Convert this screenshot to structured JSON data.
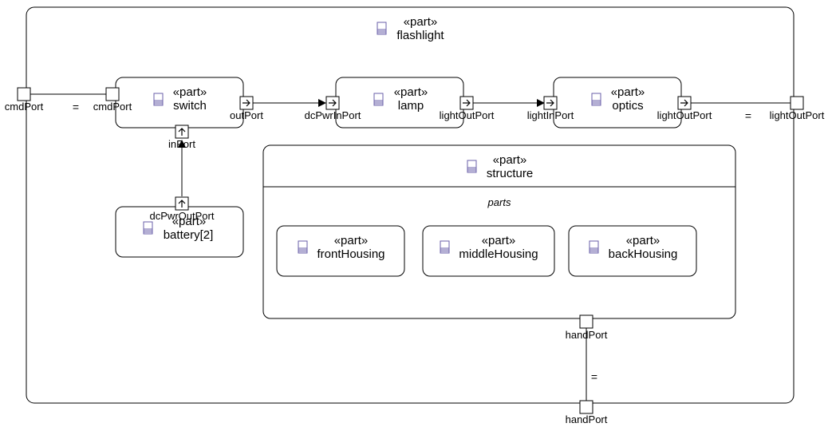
{
  "stereotype": "«part»",
  "flashlight": {
    "name": "flashlight"
  },
  "switch": {
    "name": "switch"
  },
  "lamp": {
    "name": "lamp"
  },
  "optics": {
    "name": "optics"
  },
  "battery": {
    "name": "battery[2]"
  },
  "structure": {
    "name": "structure",
    "compartment": "parts"
  },
  "front_housing": {
    "name": "frontHousing"
  },
  "middle_housing": {
    "name": "middleHousing"
  },
  "back_housing": {
    "name": "backHousing"
  },
  "ports": {
    "flashlight_cmd": "cmdPort",
    "switch_cmd": "cmdPort",
    "switch_out": "outPort",
    "switch_in": "inPort",
    "lamp_in": "dcPwrInPort",
    "lamp_out": "lightOutPort",
    "optics_in": "lightInPort",
    "optics_out": "lightOutPort",
    "flashlight_light": "lightOutPort",
    "battery_out": "dcPwrOutPort",
    "structure_hand": "handPort",
    "flashlight_hand": "handPort"
  },
  "binding": "=",
  "colors": {
    "icon": "#6a5fa8",
    "line": "#000000",
    "fill": "#ffffff"
  }
}
